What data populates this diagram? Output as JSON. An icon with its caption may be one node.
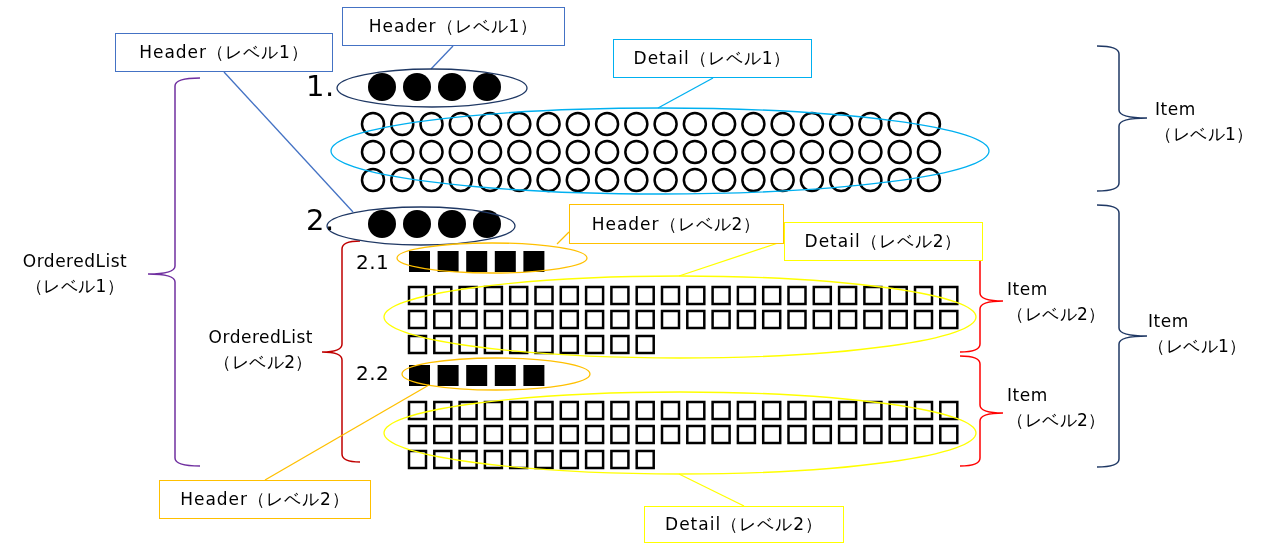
{
  "diagram": {
    "nodes": [
      {
        "text": [
          "Header（レベル1）"
        ]
      },
      {
        "text": [
          "Header（レベル1）"
        ]
      },
      {
        "text": [
          "Detail（レベル1）"
        ]
      },
      {
        "text": [],
        "shape": "ellipse"
      },
      {
        "text": [],
        "shape": "ellipse"
      },
      {
        "text": [],
        "shape": "ellipse"
      },
      {
        "text": [
          "Header（レベル2）"
        ]
      },
      {
        "text": [
          "Detail（レベル2）"
        ]
      },
      {
        "text": [],
        "shape": "ellipse"
      },
      {
        "text": [],
        "shape": "ellipse"
      },
      {
        "text": [],
        "shape": "ellipse"
      },
      {
        "text": [],
        "shape": "ellipse"
      },
      {
        "text": [
          "Header（レベル2）"
        ]
      },
      {
        "text": [
          "Detail（レベル2）"
        ]
      }
    ],
    "edges": [
      {
        "from": 0,
        "to": 5,
        "arrow": "none",
        "color": "#4472c4"
      },
      {
        "from": 1,
        "to": 3,
        "arrow": "none",
        "color": "#4472c4"
      },
      {
        "from": 2,
        "to": 4,
        "arrow": "none",
        "color": "#00b0f0"
      },
      {
        "from": 6,
        "to": 8,
        "arrow": "none",
        "color": "#ffc000"
      },
      {
        "from": 7,
        "to": 9,
        "arrow": "none",
        "color": "#ffff00"
      },
      {
        "from": 12,
        "to": 10,
        "arrow": "none",
        "color": "#ffc000"
      },
      {
        "from": 13,
        "to": 11,
        "arrow": "none",
        "color": "#ffff00"
      }
    ],
    "labels": [
      "1.",
      "Item （レベル1）",
      "2.",
      "2.1",
      "OrderedList （レベル1）",
      "Item （レベル2）",
      "Item （レベル1）",
      "OrderedList （レベル2）",
      "2.2",
      "Item （レベル2）"
    ]
  }
}
